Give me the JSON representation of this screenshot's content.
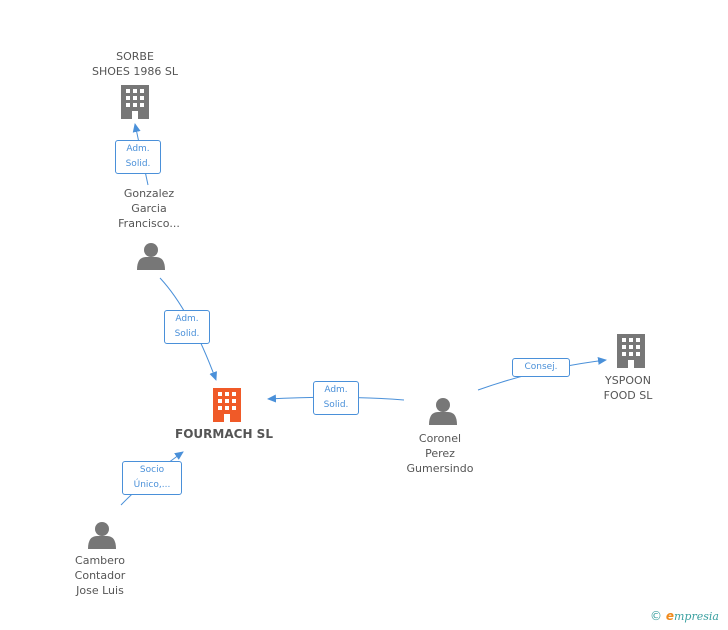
{
  "nodes": {
    "fourmach": "FOURMACH SL",
    "sorbe": "SORBE\nSHOES 1986 SL",
    "yspoon": "YSPOON\nFOOD SL",
    "gonzalez": "Gonzalez\nGarcia\nFrancisco...",
    "coronel": "Coronel\nPerez\nGumersindo",
    "cambero": "Cambero\nContador\nJose Luis"
  },
  "edges": {
    "gonzalez_sorbe": "Adm.\nSolid.",
    "gonzalez_fourmach": "Adm.\nSolid.",
    "coronel_fourmach": "Adm.\nSolid.",
    "coronel_yspoon": "Consej.",
    "cambero_fourmach": "Socio\nÚnico,..."
  },
  "footer": {
    "symbol": "©",
    "brand_e": "e",
    "brand": "mpresia"
  },
  "colors": {
    "main_company": "#f05a28",
    "company": "#777777",
    "person": "#777777",
    "edge": "#4a90d9"
  }
}
